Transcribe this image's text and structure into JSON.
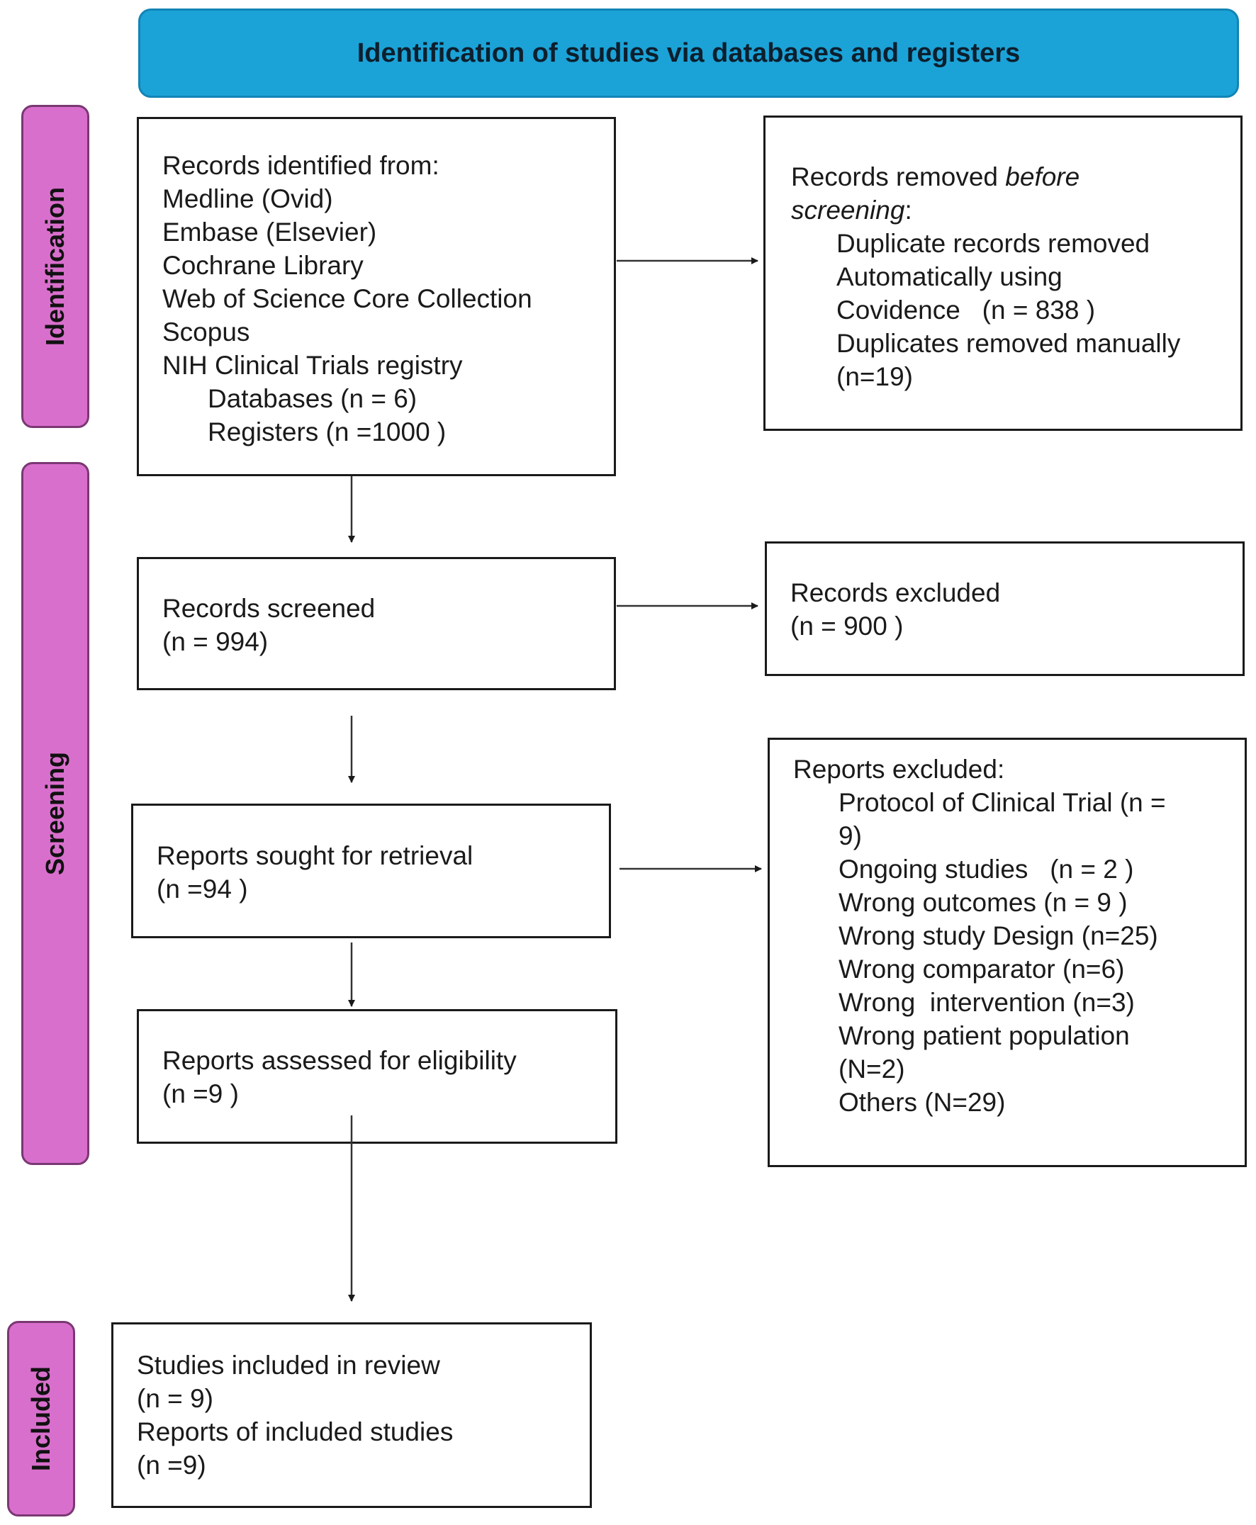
{
  "header": {
    "title": "Identification of studies via databases and registers"
  },
  "phases": {
    "identification": "Identification",
    "screening": "Screening",
    "included": "Included"
  },
  "records_identified": {
    "heading": "Records identified from:",
    "sources": [
      "Medline (Ovid)",
      "Embase (Elsevier)",
      "Cochrane Library",
      "Web of Science Core Collection",
      "Scopus",
      "NIH Clinical Trials registry"
    ],
    "databases": "Databases (n = 6)",
    "registers": "Registers (n =1000 )"
  },
  "records_removed": {
    "heading_prefix": "Records removed ",
    "heading_italic_1": "before",
    "heading_italic_2": "screening",
    "heading_suffix": ":",
    "lines": [
      "Duplicate records removed",
      "Automatically using",
      "Covidence   (n = 838 )",
      "Duplicates removed manually",
      "(n=19)"
    ]
  },
  "records_screened": {
    "label": "Records screened",
    "count": "(n = 994)"
  },
  "records_excluded": {
    "label": "Records excluded",
    "count": "(n = 900 )"
  },
  "reports_sought": {
    "label": "Reports sought for retrieval",
    "count": "(n =94 )"
  },
  "reports_excluded": {
    "heading": "Reports excluded:",
    "lines": [
      "Protocol of Clinical Trial (n =",
      "9)",
      "Ongoing studies   (n = 2 )",
      "Wrong outcomes (n = 9 )",
      "Wrong study Design (n=25)",
      "Wrong comparator (n=6)",
      "Wrong  intervention (n=3)",
      "Wrong patient population",
      "(N=2)",
      "Others (N=29)"
    ]
  },
  "reports_assessed": {
    "label": "Reports assessed for eligibility",
    "count": "(n =9 )"
  },
  "included": {
    "lines": [
      "Studies included in review",
      "(n = 9)",
      "Reports of included studies",
      "(n =9)"
    ]
  }
}
